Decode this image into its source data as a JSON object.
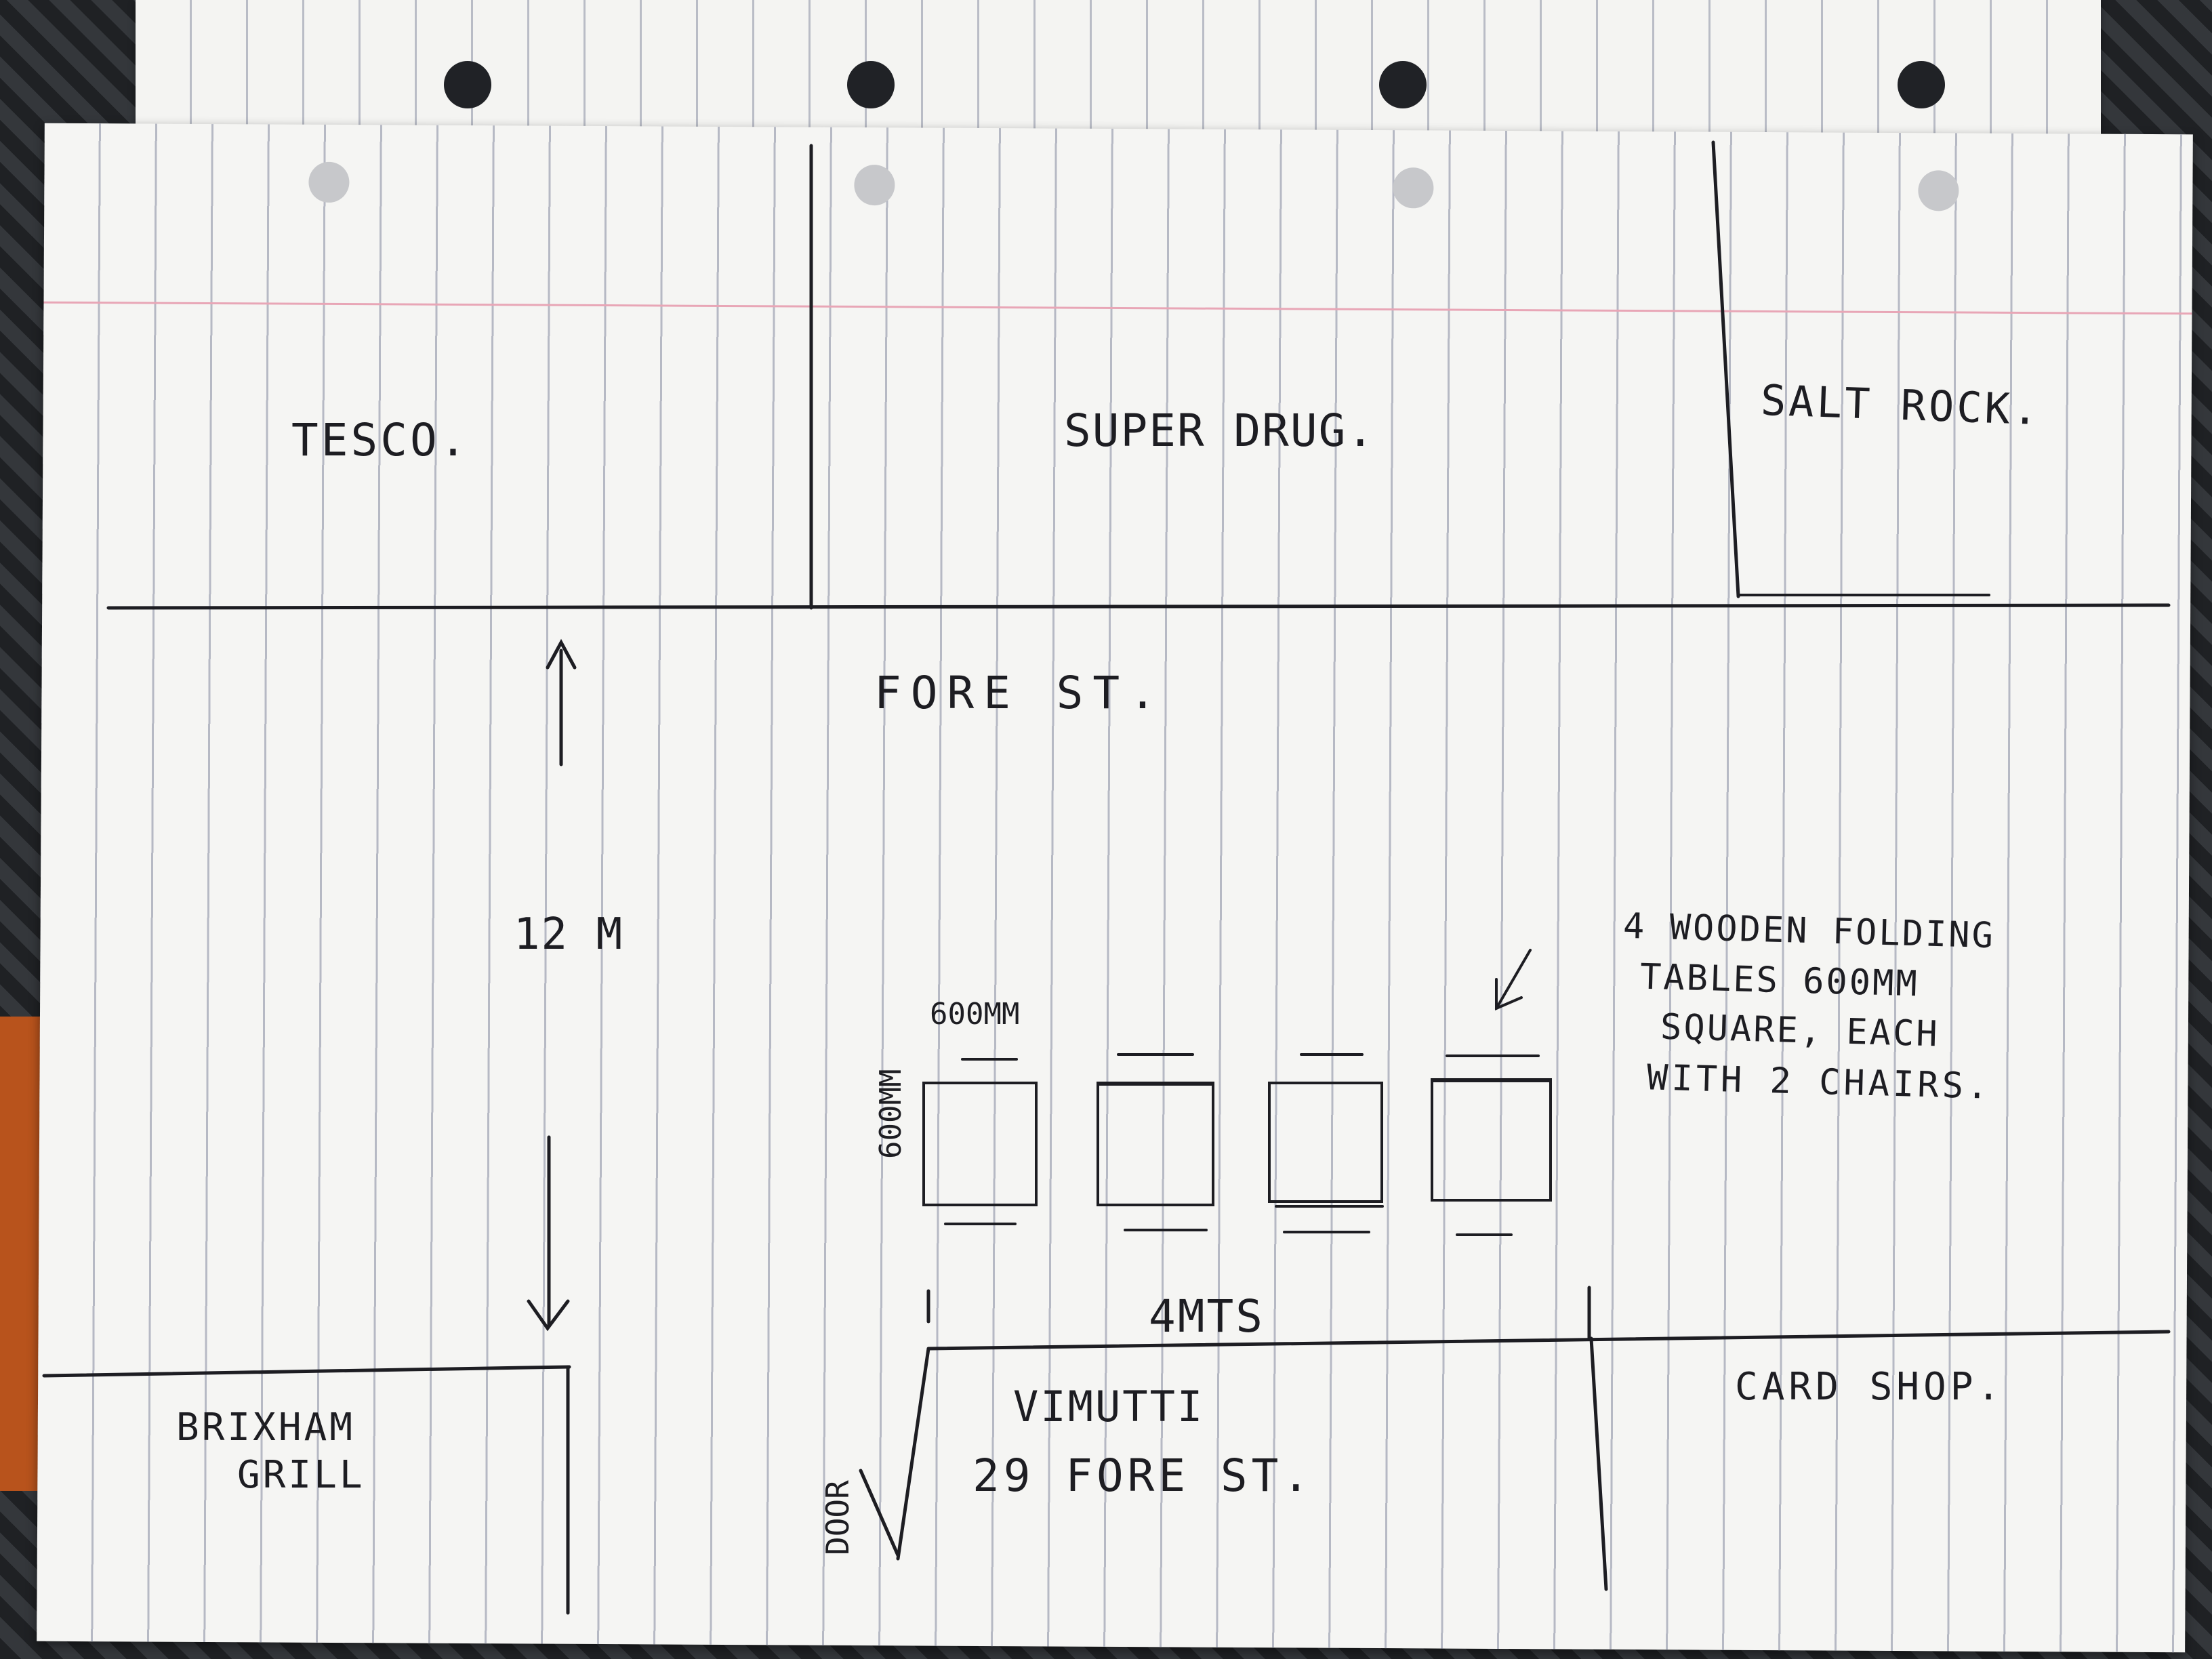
{
  "shops_top": {
    "tesco": "TESCO.",
    "superdrug": "SUPER DRUG.",
    "salt_rock": "SALT ROCK."
  },
  "street": {
    "name": "FORE ST."
  },
  "dimensions": {
    "street_width": "12 M",
    "table_size_top": "600MM",
    "table_size_side": "600MM",
    "frontage_width": "4MTS"
  },
  "note": {
    "line1": "4 WOODEN FOLDING",
    "line2": "TABLES 600MM",
    "line3": "SQUARE, EACH",
    "line4": "WITH 2 CHAIRS."
  },
  "shops_bottom": {
    "brixham_grill": {
      "line1": "BRIXHAM",
      "line2": "GRILL"
    },
    "vimutti": {
      "line1": "VIMUTTI",
      "line2": "29 FORE ST."
    },
    "door": "DOOR",
    "card_shop": "CARD SHOP."
  },
  "tables": {
    "count": 4
  }
}
